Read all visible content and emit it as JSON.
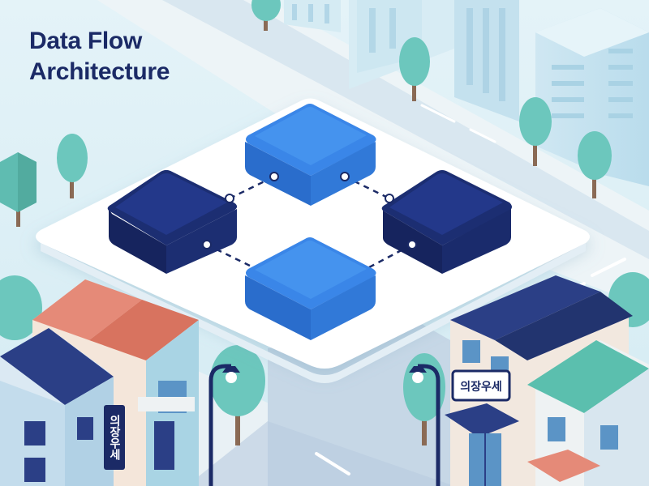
{
  "title": {
    "line1": "Data Flow",
    "line2": "Architecture"
  },
  "signs": {
    "left_vertical": "의장우세",
    "right_horizontal": "의장우세"
  },
  "colors": {
    "background": "#dff0f6",
    "platform": "#ffffff",
    "node_light": "#3a86e8",
    "node_dark": "#1c2e72",
    "connector": "#1b2a66",
    "title": "#1b2a66",
    "tree": "#6cc7bd",
    "roof_navy": "#2b3f86",
    "roof_coral": "#e58a78",
    "roof_teal": "#5bbfae"
  },
  "diagram": {
    "nodes": [
      {
        "id": "top",
        "tone": "light"
      },
      {
        "id": "left",
        "tone": "dark"
      },
      {
        "id": "right",
        "tone": "dark"
      },
      {
        "id": "bottom",
        "tone": "light"
      }
    ],
    "connections": [
      {
        "from": "left",
        "to": "top",
        "style": "dashed"
      },
      {
        "from": "top",
        "to": "right",
        "style": "dashed"
      },
      {
        "from": "left",
        "to": "bottom",
        "style": "dashed"
      },
      {
        "from": "bottom",
        "to": "right",
        "style": "dashed"
      }
    ]
  }
}
